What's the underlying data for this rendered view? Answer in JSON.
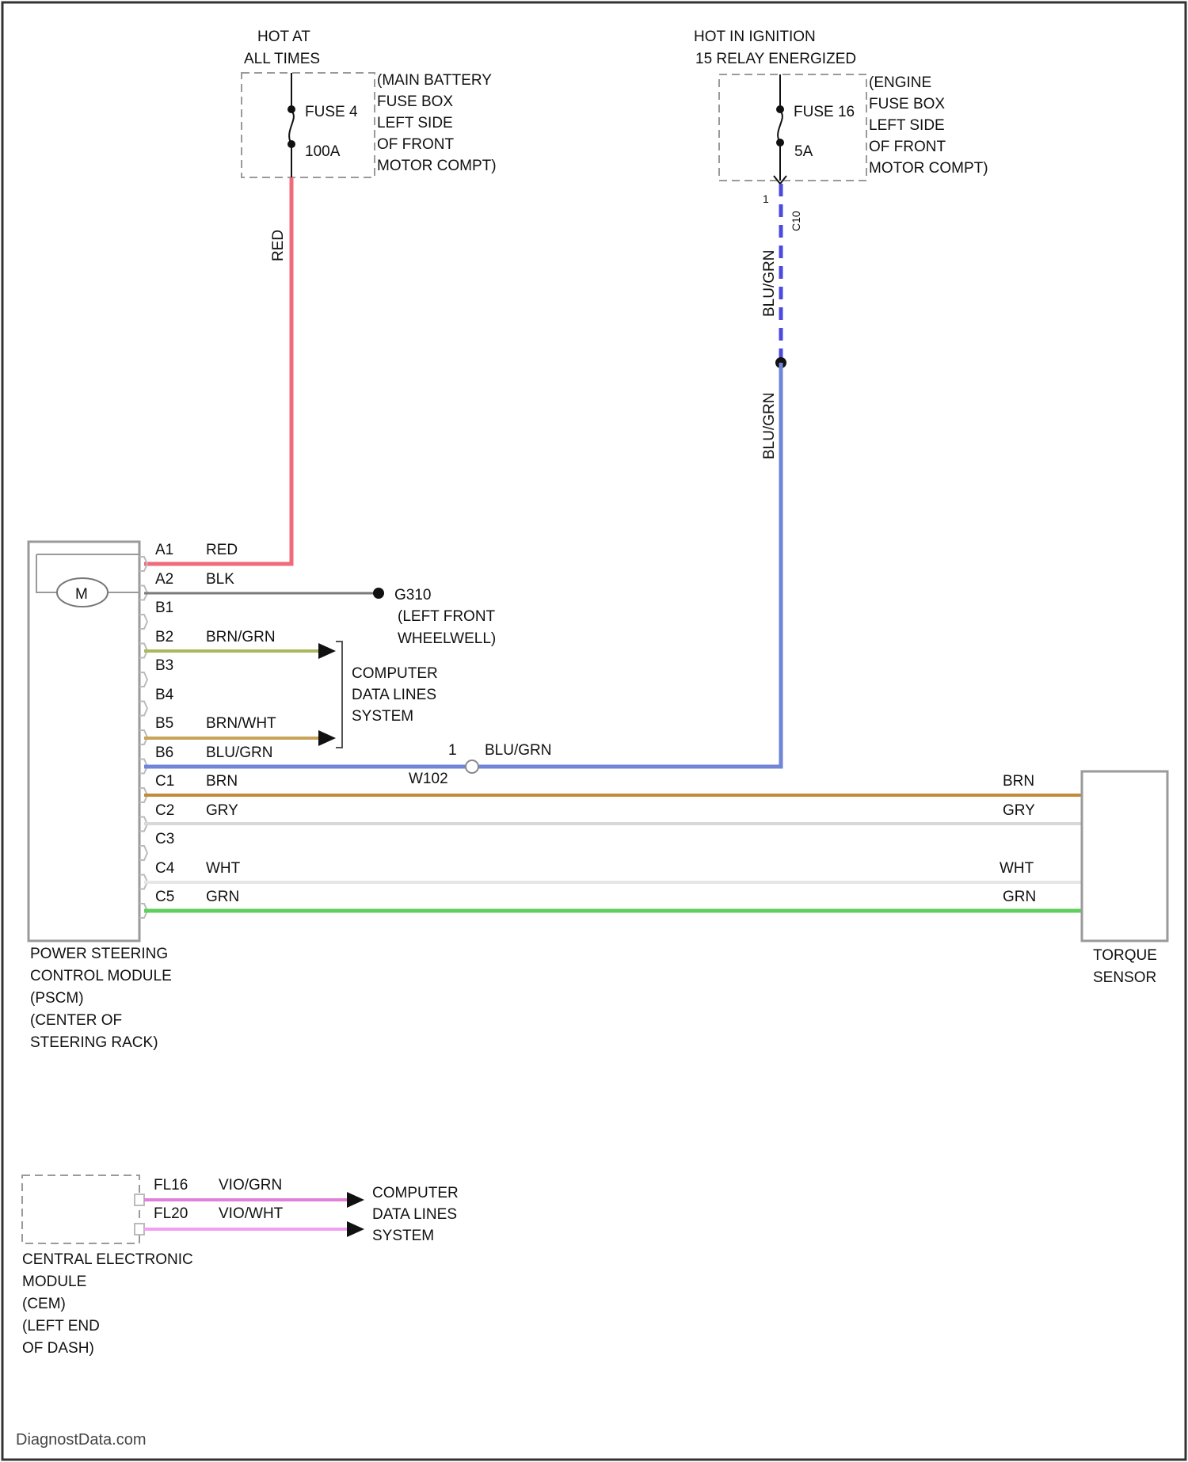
{
  "colors": {
    "red": "#f06a7a",
    "black": "#7a7a7a",
    "brn_grn": "#a9b85c",
    "brn_wht": "#c9a35a",
    "blu_grn": "#6f86d8",
    "brn": "#c48a3a",
    "gry": "#d8d8d8",
    "wht": "#e6e6e6",
    "grn": "#5fd05f",
    "vio_grn": "#e080d8",
    "vio_wht": "#f0a0f0",
    "box_line": "#9a9a9a"
  },
  "sources": {
    "hot_at_all_times": {
      "lines": [
        "HOT AT",
        "ALL TIMES"
      ]
    },
    "main_fuse_box": {
      "lines": [
        "(MAIN BATTERY",
        "FUSE BOX",
        "LEFT SIDE",
        "OF FRONT",
        "MOTOR COMPT)"
      ],
      "fuse_label": "FUSE 4",
      "fuse_rating": "100A"
    },
    "hot_in_ignition": {
      "lines": [
        "HOT IN IGNITION",
        "15 RELAY ENERGIZED"
      ]
    },
    "engine_fuse_box": {
      "lines": [
        "(ENGINE",
        "FUSE BOX",
        "LEFT SIDE",
        "OF FRONT",
        "MOTOR COMPT)"
      ],
      "fuse_label": "FUSE 16",
      "fuse_rating": "5A",
      "terminal_left": "1",
      "terminal_right": "C10"
    }
  },
  "wires": {
    "red_vertical": "RED",
    "blu_grn_upper": "BLU/GRN",
    "blu_grn_lower": "BLU/GRN",
    "splice_pin": "1",
    "splice_label": "BLU/GRN",
    "splice_id": "W102"
  },
  "pscm": {
    "motor_label": "M",
    "pins": [
      {
        "pin": "A1",
        "wire": "RED"
      },
      {
        "pin": "A2",
        "wire": "BLK"
      },
      {
        "pin": "B1",
        "wire": ""
      },
      {
        "pin": "B2",
        "wire": "BRN/GRN"
      },
      {
        "pin": "B3",
        "wire": ""
      },
      {
        "pin": "B4",
        "wire": ""
      },
      {
        "pin": "B5",
        "wire": "BRN/WHT"
      },
      {
        "pin": "B6",
        "wire": "BLU/GRN"
      },
      {
        "pin": "C1",
        "wire": "BRN"
      },
      {
        "pin": "C2",
        "wire": "GRY"
      },
      {
        "pin": "C3",
        "wire": ""
      },
      {
        "pin": "C4",
        "wire": "WHT"
      },
      {
        "pin": "C5",
        "wire": "GRN"
      }
    ],
    "name_lines": [
      "POWER STEERING",
      "CONTROL MODULE",
      "(PSCM)",
      "(CENTER OF",
      "STEERING RACK)"
    ]
  },
  "ground": {
    "id": "G310",
    "lines": [
      "(LEFT FRONT",
      "WHEELWELL)"
    ]
  },
  "data_lines_1": {
    "lines": [
      "COMPUTER",
      "DATA LINES",
      "SYSTEM"
    ]
  },
  "torque_sensor": {
    "name_lines": [
      "TORQUE",
      "SENSOR"
    ],
    "wires": [
      "BRN",
      "GRY",
      "WHT",
      "GRN"
    ]
  },
  "cem": {
    "pins": [
      {
        "pin": "FL16",
        "wire": "VIO/GRN"
      },
      {
        "pin": "FL20",
        "wire": "VIO/WHT"
      }
    ],
    "name_lines": [
      "CENTRAL ELECTRONIC",
      "MODULE",
      "(CEM)",
      "(LEFT END",
      "OF DASH)"
    ]
  },
  "data_lines_2": {
    "lines": [
      "COMPUTER",
      "DATA LINES",
      "SYSTEM"
    ]
  },
  "watermark": "DiagnostData.com"
}
